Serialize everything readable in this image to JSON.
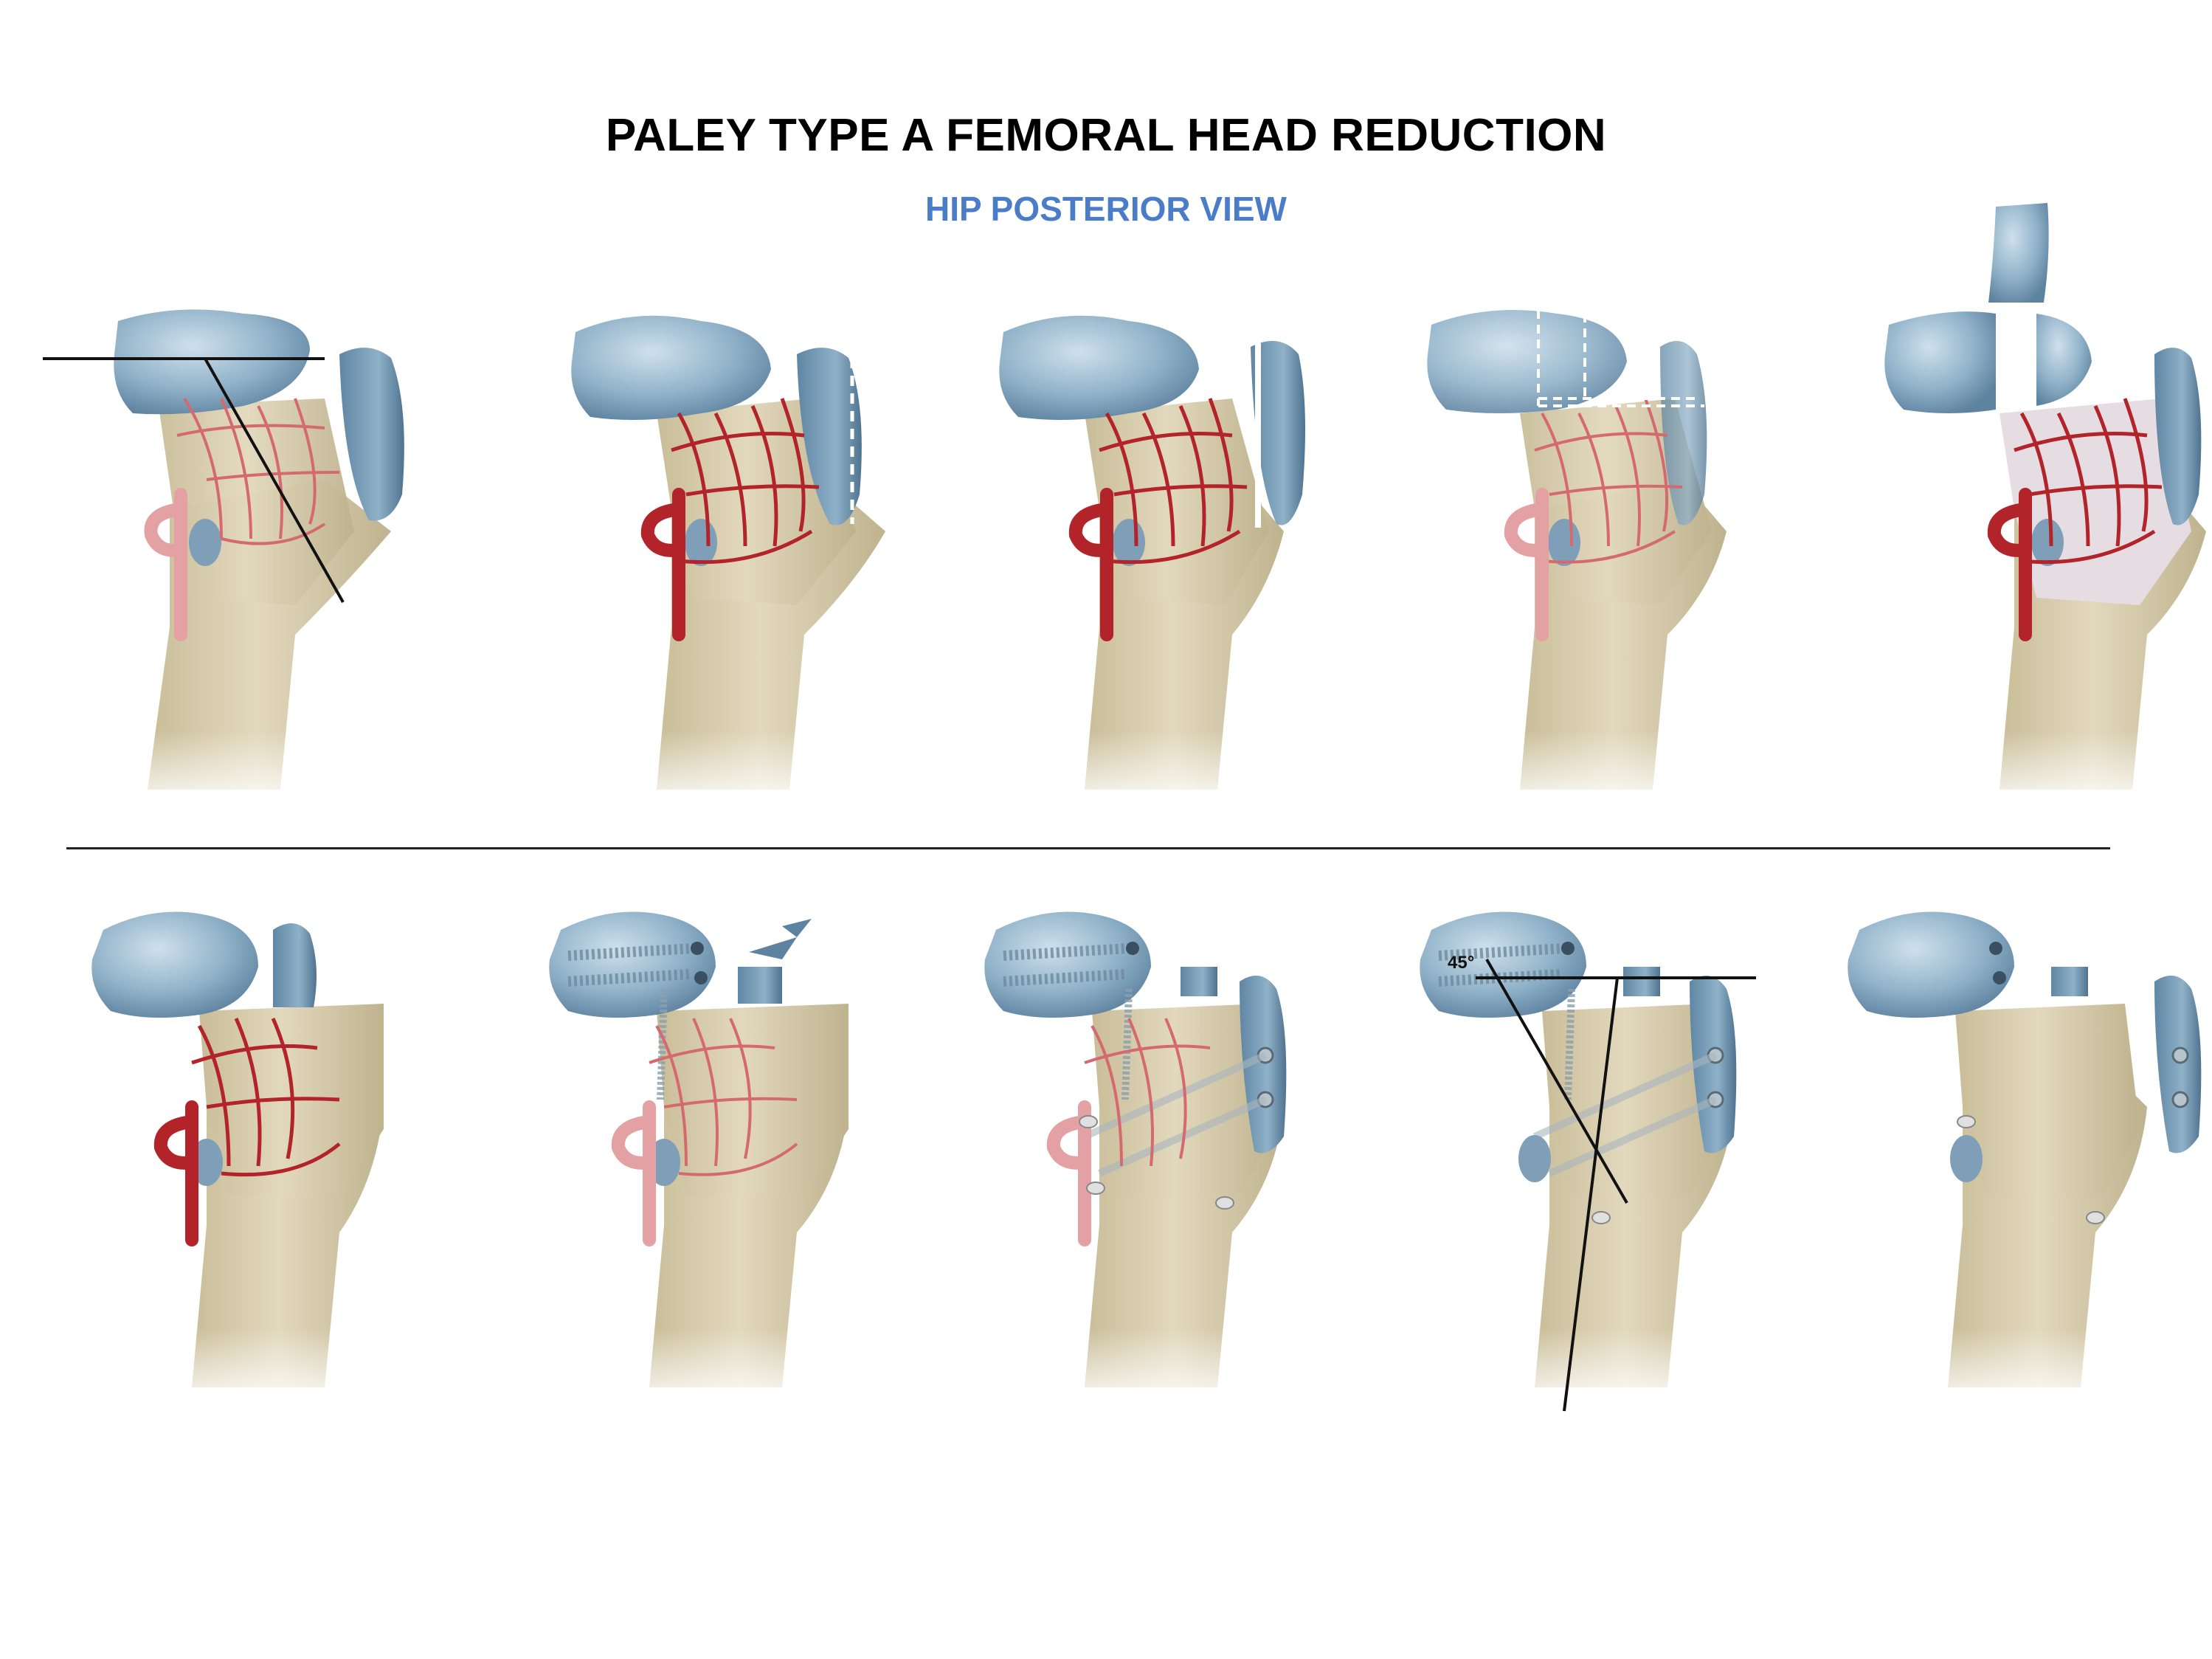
{
  "header": {
    "title": "PALEY TYPE A FEMORAL HEAD REDUCTION",
    "subtitle": "HIP POSTERIOR VIEW"
  },
  "annotations": {
    "angle": "45°"
  },
  "colors": {
    "subtitle": "#4A7CC7",
    "bone": "#D8CDAE",
    "femoral_head": "#8FB1C8",
    "vessel": "#B3242A",
    "vessel_pale": "#E3A1A3",
    "implant": "#7F96A8"
  },
  "panels": [
    {
      "row": 1,
      "step": 1,
      "features": [
        "osteotomy-lines"
      ],
      "vessel": "pale"
    },
    {
      "row": 1,
      "step": 2,
      "features": [
        "dashed-trochanter-cut"
      ],
      "vessel": "dark"
    },
    {
      "row": 1,
      "step": 3,
      "features": [
        "trochanter-osteotomy"
      ],
      "vessel": "dark"
    },
    {
      "row": 1,
      "step": 4,
      "features": [
        "dashed-head-wedge"
      ],
      "vessel": "pale"
    },
    {
      "row": 1,
      "step": 5,
      "features": [
        "wedge-removed"
      ],
      "vessel": "dark"
    },
    {
      "row": 2,
      "step": 6,
      "features": [
        "head-reduced"
      ],
      "vessel": "dark"
    },
    {
      "row": 2,
      "step": 7,
      "features": [
        "head-screws"
      ],
      "vessel": "pale"
    },
    {
      "row": 2,
      "step": 8,
      "features": [
        "trochanter-screws"
      ],
      "vessel": "pale"
    },
    {
      "row": 2,
      "step": 9,
      "features": [
        "angle-lines"
      ],
      "vessel": "none"
    },
    {
      "row": 2,
      "step": 10,
      "features": [
        "final"
      ],
      "vessel": "none"
    }
  ]
}
